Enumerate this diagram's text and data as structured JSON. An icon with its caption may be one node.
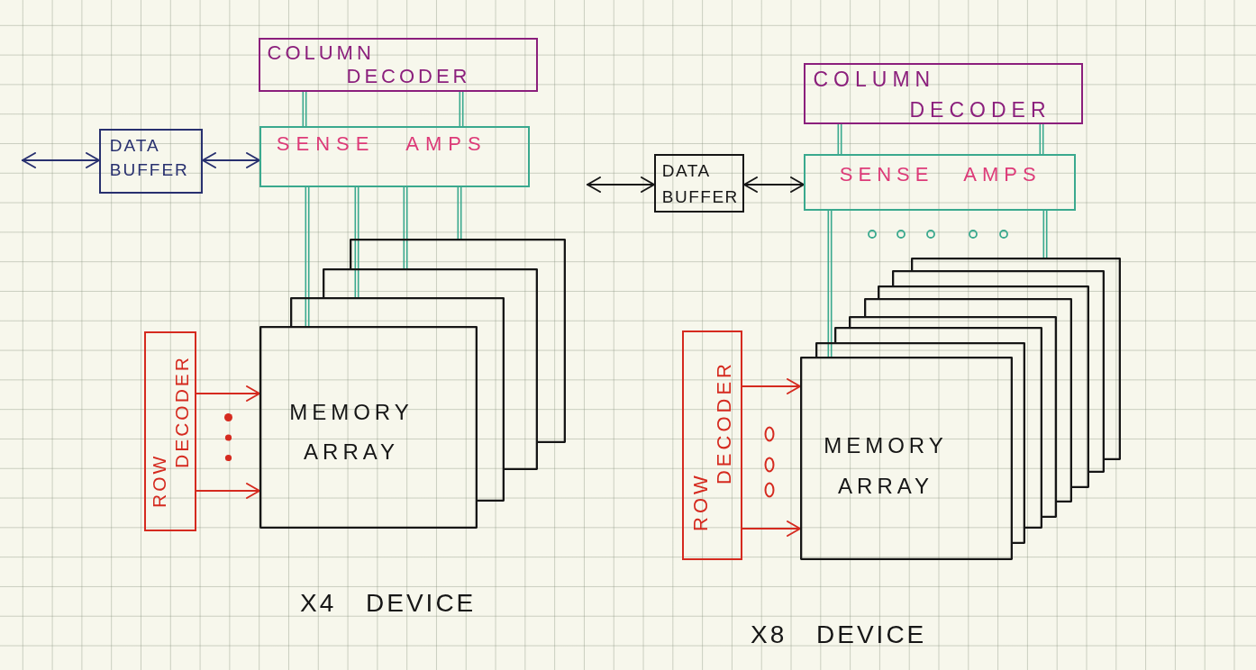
{
  "diagram": {
    "nodes": [
      {
        "text": [
          "COLUMN DECODER"
        ]
      },
      {
        "text": [
          "DATA BUFFER"
        ]
      },
      {
        "text": [
          "SENSE AMPS"
        ]
      },
      {
        "text": [
          "MEMORY ARRAY"
        ]
      },
      {
        "text": [
          "ROW DECODER"
        ]
      },
      {
        "text": [
          "COLUMN DECODER"
        ]
      },
      {
        "text": [
          "DATA BUFFER"
        ]
      },
      {
        "text": [
          "SENSE AMPS"
        ]
      },
      {
        "text": [
          "MEMORY ARRAY"
        ]
      },
      {
        "text": [
          "ROW DECODER"
        ]
      }
    ],
    "edges": [
      {
        "from": 0,
        "to": 2,
        "arrow": "none"
      },
      {
        "from": 0,
        "to": 2,
        "arrow": "none"
      },
      {
        "from": 2,
        "to": 3,
        "arrow": "none"
      },
      {
        "from": 2,
        "to": 3,
        "arrow": "none"
      },
      {
        "from": 2,
        "to": 3,
        "arrow": "none"
      },
      {
        "from": 2,
        "to": 3,
        "arrow": "none"
      },
      {
        "from": null,
        "to": 1,
        "arrow": "both",
        "color": "#28306f"
      },
      {
        "from": 1,
        "to": 2,
        "arrow": "both",
        "color": "#28306f"
      },
      {
        "from": 4,
        "to": 3,
        "arrow": "to",
        "color": "#d52a1f"
      },
      {
        "from": 4,
        "to": 3,
        "arrow": "to",
        "color": "#d52a1f"
      },
      {
        "from": 5,
        "to": 7,
        "arrow": "none"
      },
      {
        "from": 5,
        "to": 7,
        "arrow": "none"
      },
      {
        "from": 7,
        "to": 8,
        "arrow": "none"
      },
      {
        "from": 7,
        "to": 8,
        "arrow": "none"
      },
      {
        "from": null,
        "to": 6,
        "arrow": "both",
        "color": "#161616"
      },
      {
        "from": 6,
        "to": 7,
        "arrow": "both",
        "color": "#161616"
      },
      {
        "from": 9,
        "to": 8,
        "arrow": "to",
        "color": "#d52a1f"
      },
      {
        "from": 9,
        "to": 8,
        "arrow": "to",
        "color": "#d52a1f"
      }
    ],
    "labels": [
      "X4 DEVICE",
      "X8 DEVICE"
    ]
  }
}
